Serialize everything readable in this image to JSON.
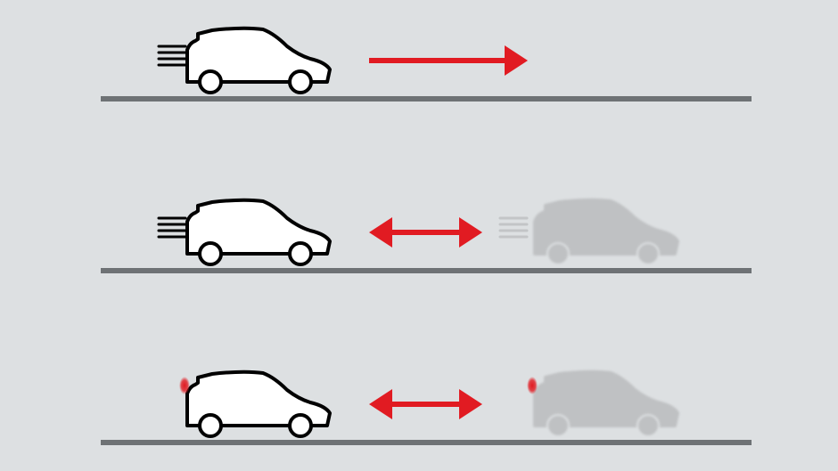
{
  "colors": {
    "background": "#dde0e2",
    "road": "#6e7275",
    "arrow": "#e11b22",
    "car_outline": "#000000",
    "car_fill": "#ffffff",
    "ghost_car": "#bfc1c3",
    "ghost_speed_lines": "#c3c5c7",
    "brake_light": "#e11b22"
  },
  "scenes": [
    {
      "id": "cruise",
      "arrow": "forward",
      "own_car": {
        "speed_lines": true,
        "brake_light": false
      },
      "lead_car": null
    },
    {
      "id": "follow-distance",
      "arrow": "double",
      "own_car": {
        "speed_lines": true,
        "brake_light": false
      },
      "lead_car": {
        "speed_lines": true,
        "brake_light": false
      }
    },
    {
      "id": "stop-and-hold",
      "arrow": "double",
      "own_car": {
        "speed_lines": false,
        "brake_light": true
      },
      "lead_car": {
        "speed_lines": false,
        "brake_light": true
      }
    }
  ],
  "icons": {
    "car": "hatchback-car-icon",
    "lead_car": "lead-vehicle-icon",
    "forward_arrow": "forward-arrow-icon",
    "double_arrow": "distance-double-arrow-icon",
    "speed_lines": "speed-lines-icon",
    "brake_light": "brake-light-icon"
  }
}
